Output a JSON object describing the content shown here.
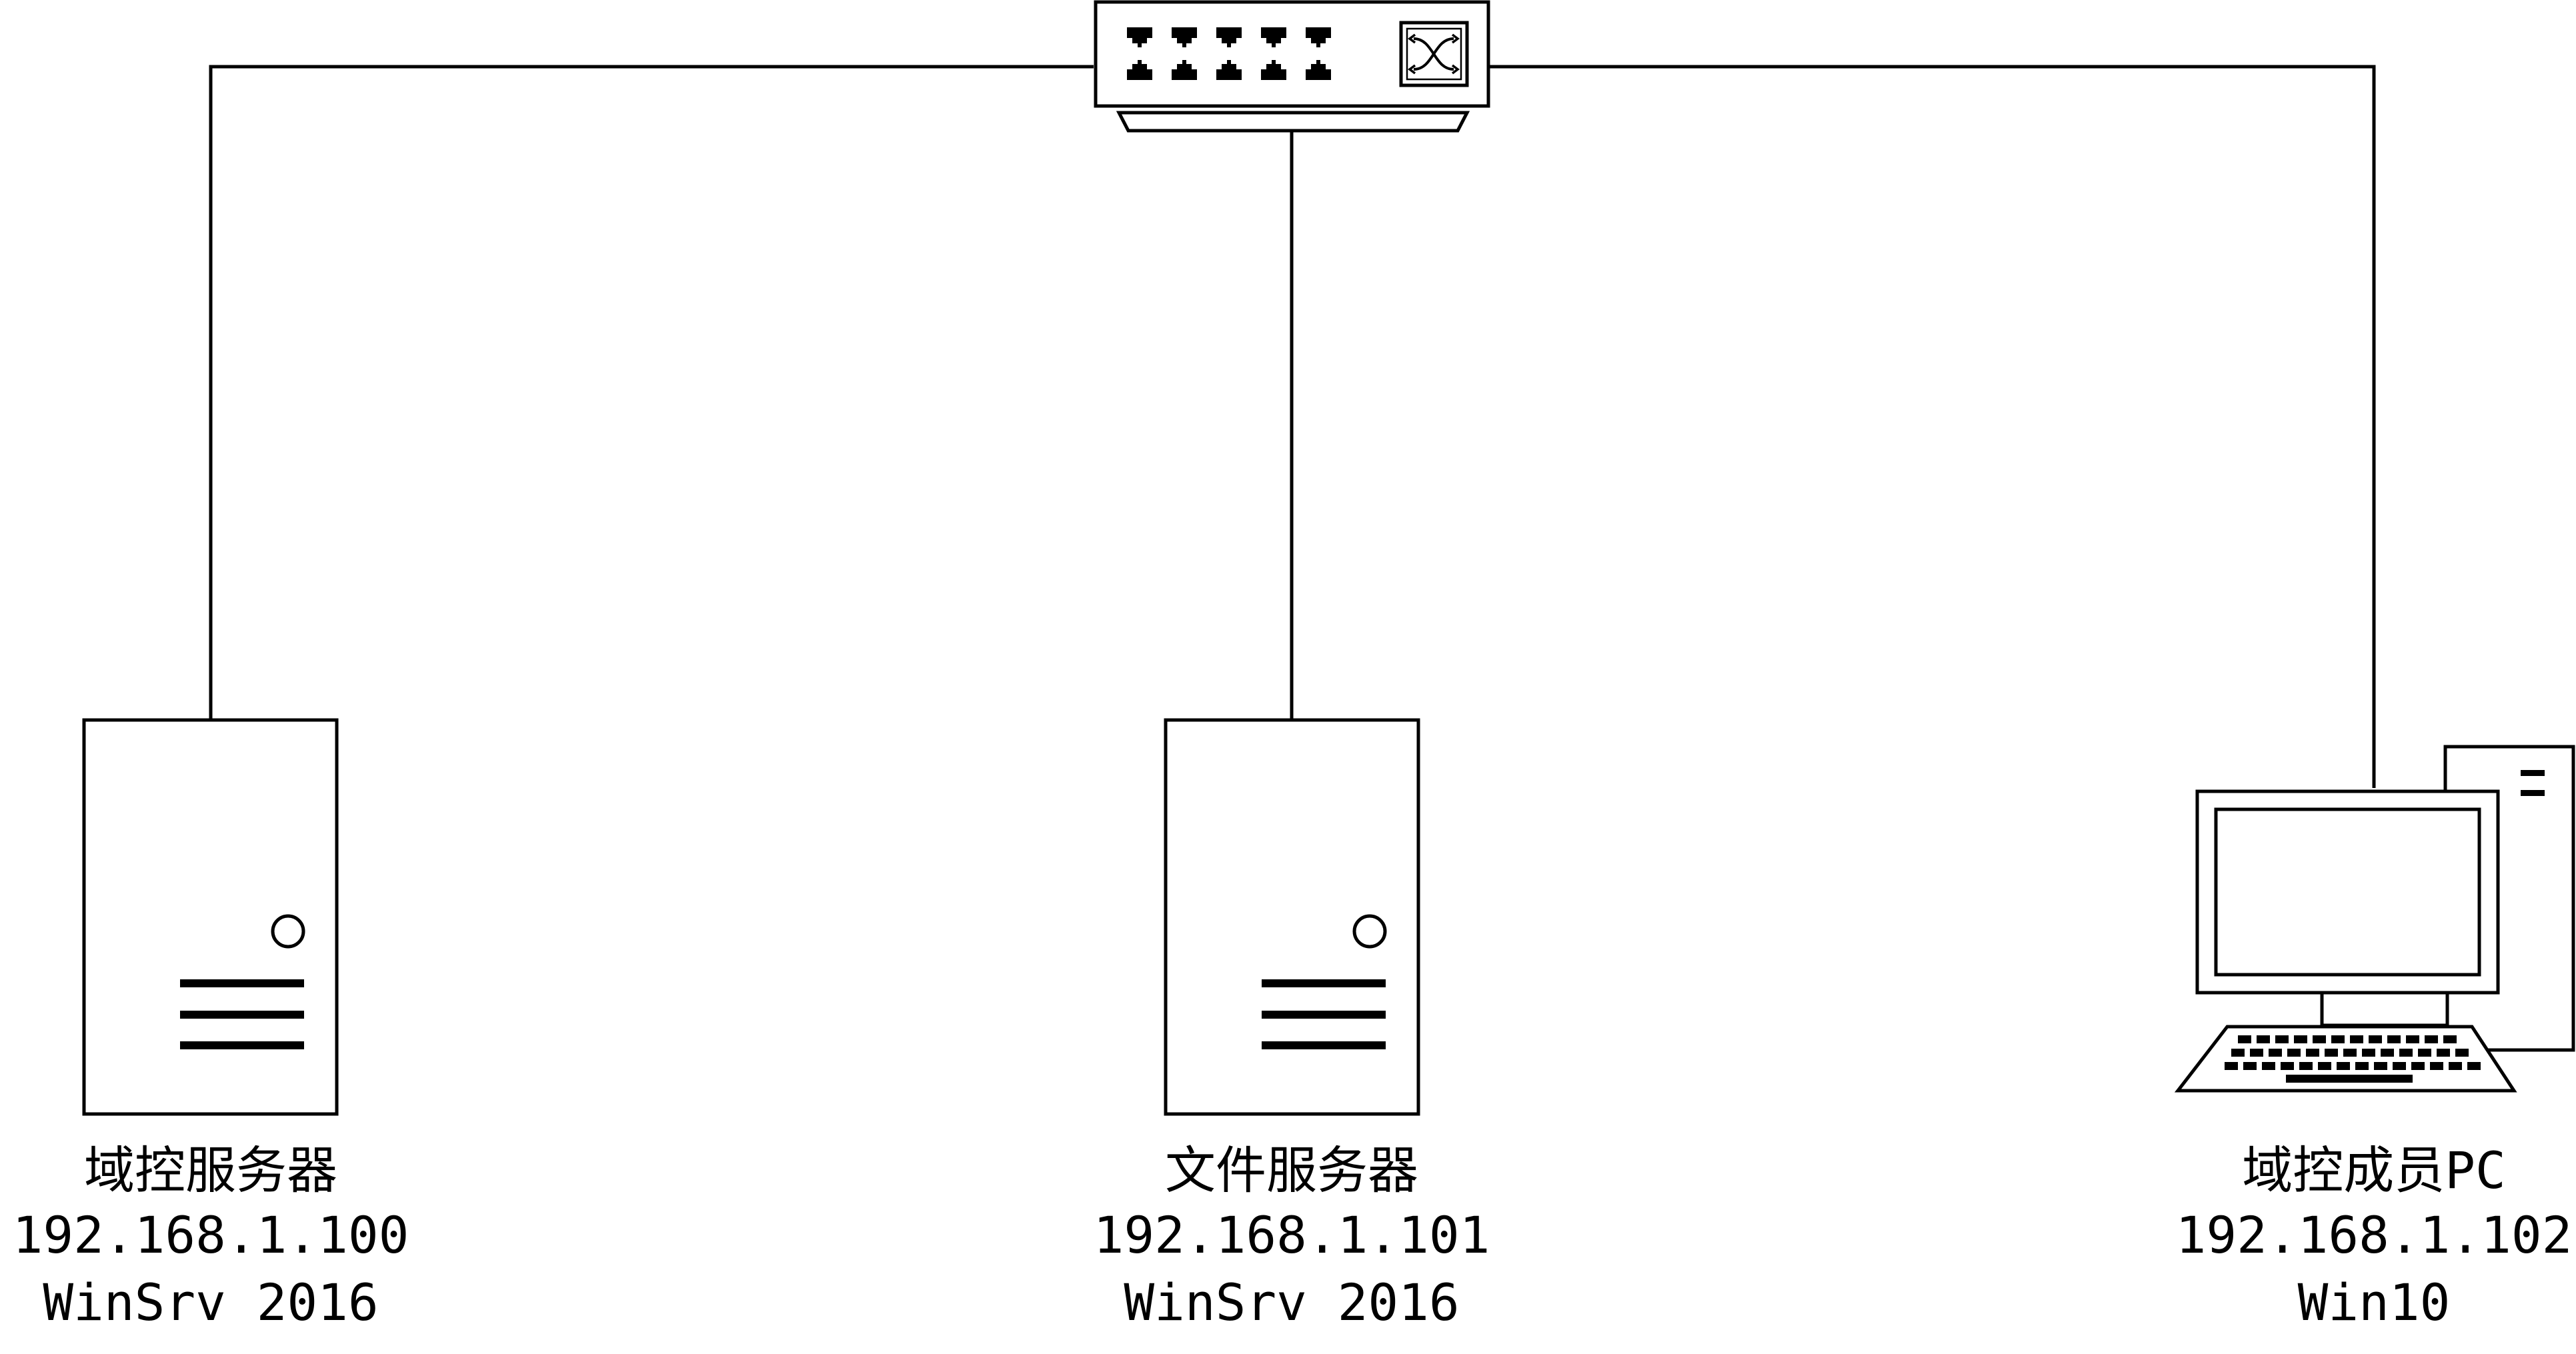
{
  "colors": {
    "stroke": "#000000",
    "background": "#ffffff"
  },
  "switch": {
    "icon": "network-switch-icon"
  },
  "nodes": [
    {
      "id": "domain-controller",
      "icon": "server-tower-icon",
      "name": "域控服务器",
      "ip": "192.168.1.100",
      "os": "WinSrv 2016"
    },
    {
      "id": "file-server",
      "icon": "server-tower-icon",
      "name": "文件服务器",
      "ip": "192.168.1.101",
      "os": "WinSrv 2016"
    },
    {
      "id": "member-pc",
      "icon": "desktop-pc-icon",
      "name": "域控成员PC",
      "ip": "192.168.1.102",
      "os": "Win10"
    }
  ]
}
